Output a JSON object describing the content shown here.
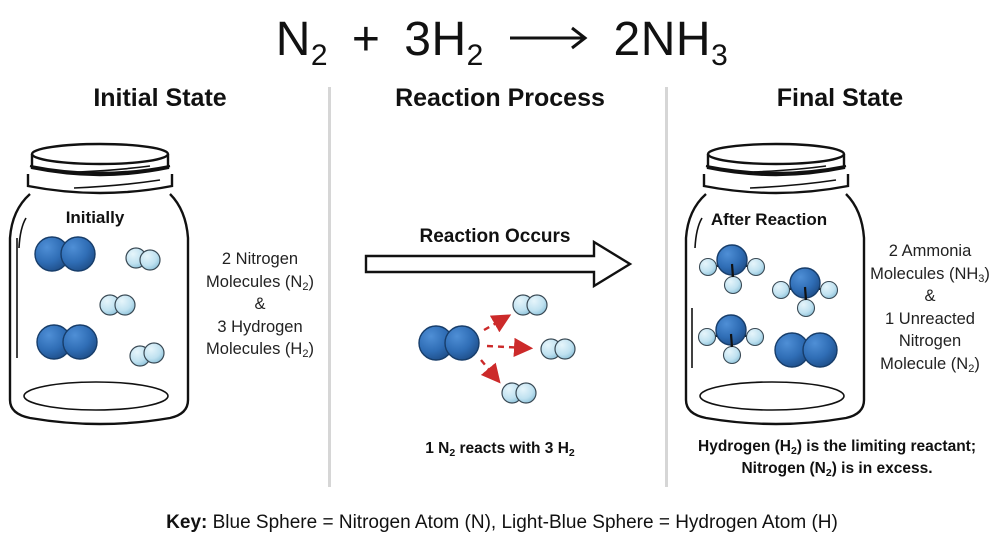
{
  "equation": {
    "reactant1": "N",
    "reactant1_sub": "2",
    "plus": "+",
    "reactant2_coef": "3",
    "reactant2": "H",
    "reactant2_sub": "2",
    "arrow_icon": "long-right-arrow",
    "product_coef": "2",
    "product": "NH",
    "product_sub": "3"
  },
  "sections": {
    "initial": {
      "title": "Initial State",
      "jar_label": "Initially",
      "side_label": {
        "line1": "2 Nitrogen",
        "line2": "Molecules (N",
        "line2_sub": "2",
        "line2_end": ")",
        "line3": "&",
        "line4": "3 Hydrogen",
        "line5": "Molecules (H",
        "line5_sub": "2",
        "line5_end": ")"
      },
      "molecules": [
        "N2",
        "N2",
        "H2",
        "H2",
        "H2"
      ]
    },
    "process": {
      "title": "Reaction Process",
      "arrow_label": "Reaction Occurs",
      "caption": {
        "part1": "1 N",
        "sub1": "2",
        "part2": " reacts with 3 H",
        "sub2": "2"
      },
      "molecules": [
        "N2",
        "H2",
        "H2",
        "H2"
      ]
    },
    "final": {
      "title": "Final State",
      "jar_label": "After Reaction",
      "side_label": {
        "line1": "2 Ammonia",
        "line2": "Molecules (NH",
        "line2_sub": "3",
        "line2_end": ")",
        "line3": "&",
        "line4": "1 Unreacted",
        "line5": "Nitrogen",
        "line6": "Molecule (N",
        "line6_sub": "2",
        "line6_end": ")"
      },
      "caption": {
        "l1_part1": "Hydrogen (H",
        "l1_sub": "2",
        "l1_part2": ") is the limiting reactant;",
        "l2_part1": "Nitrogen (N",
        "l2_sub": "2",
        "l2_part2": ") is in excess."
      },
      "molecules": [
        "NH3",
        "NH3",
        "NH3",
        "N2"
      ]
    }
  },
  "key": {
    "label": "Key:",
    "text": " Blue Sphere = Nitrogen Atom (N), Light-Blue Sphere = Hydrogen Atom (H)"
  },
  "colors": {
    "nitrogen": "#2f6db5",
    "nitrogen_dark": "#1f4f8a",
    "hydrogen": "#bfe1f0",
    "hydrogen_stroke": "#3a4a55",
    "reaction_arrow": "#cc2a2a",
    "divider": "#d6d6d6",
    "outline": "#111111"
  }
}
